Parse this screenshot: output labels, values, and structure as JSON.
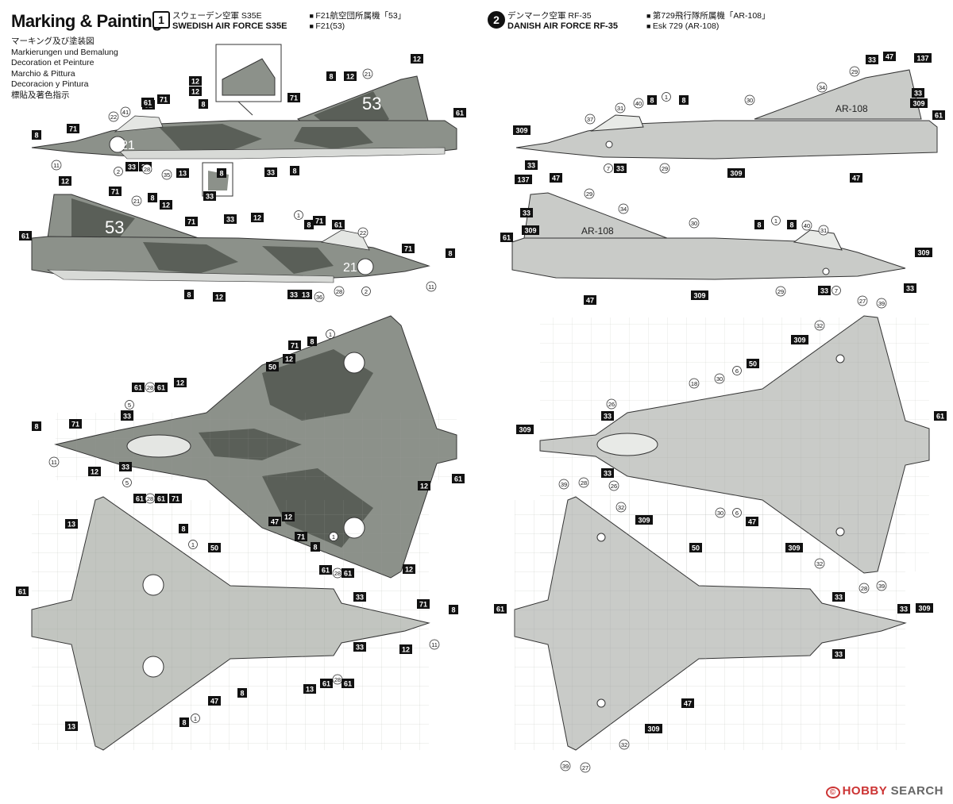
{
  "header": {
    "title": "Marking & Painting",
    "languages": [
      "マーキング及び塗装図",
      "Markierungen und Bemalung",
      "Decoration et Peinture",
      "Marchio & Pittura",
      "Decoracion y Pintura",
      "標貼及著色指示"
    ]
  },
  "scheme1": {
    "badge": "1",
    "jp": "スウェーデン空軍 S35E",
    "en": "SWEDISH AIR FORCE S35E",
    "unit_jp": "F21航空団所属機「53」",
    "unit_en": "F21(53)"
  },
  "scheme2": {
    "badge": "2",
    "jp": "デンマーク空軍 RF-35",
    "en": "DANISH AIR FORCE RF-35",
    "unit_jp": "第729飛行隊所属機「AR-108」",
    "unit_en": "Esk 729 (AR-108)"
  },
  "markings": {
    "tail_code_swe": "53",
    "nose_code_swe": "21",
    "tail_code_dk": "AR-108"
  },
  "colors": {
    "camo_dark": "#5a5f58",
    "camo_mid": "#8c918a",
    "camo_light": "#b8bcb6",
    "dk_grey": "#c9cbc8",
    "underside": "#d8dad7"
  },
  "callouts": {
    "swe_side1": [
      "8",
      "71",
      "61",
      "12",
      "8",
      "12",
      "71",
      "21",
      "8",
      "12",
      "71",
      "61",
      "22",
      "41",
      "61",
      "71",
      "12",
      "33",
      "8",
      "2",
      "33",
      "28",
      "35",
      "13",
      "33",
      "8",
      "11",
      "33"
    ],
    "swe_side2": [
      "12",
      "71",
      "21",
      "8",
      "12",
      "61",
      "71",
      "33",
      "12",
      "1",
      "8",
      "71",
      "61",
      "22",
      "71",
      "8",
      "8",
      "12",
      "33",
      "13",
      "36",
      "28",
      "2",
      "11"
    ],
    "swe_top": [
      "1",
      "71",
      "8",
      "50",
      "12",
      "12",
      "61",
      "28",
      "61",
      "12",
      "5",
      "33",
      "71",
      "8",
      "11",
      "33",
      "5",
      "12",
      "61",
      "28",
      "61",
      "71",
      "47",
      "12",
      "71",
      "8",
      "1",
      "12",
      "12",
      "61"
    ],
    "swe_bottom": [
      "13",
      "8",
      "1",
      "50",
      "61",
      "28",
      "61",
      "33",
      "61",
      "71",
      "8",
      "12",
      "11",
      "61",
      "28",
      "61",
      "33",
      "13",
      "8",
      "47",
      "1",
      "13",
      "8"
    ],
    "dk_side1": [
      "33",
      "47",
      "137",
      "29",
      "34",
      "33",
      "309",
      "8",
      "1",
      "8",
      "30",
      "31",
      "40",
      "37",
      "61",
      "309",
      "33",
      "7",
      "33",
      "29",
      "309",
      "47"
    ],
    "dk_side2": [
      "137",
      "47",
      "29",
      "33",
      "34",
      "309",
      "30",
      "8",
      "1",
      "8",
      "40",
      "31",
      "61",
      "309",
      "33",
      "47",
      "309",
      "29",
      "33",
      "7"
    ],
    "dk_top": [
      "27",
      "39",
      "32",
      "309",
      "6",
      "50",
      "18",
      "30",
      "26",
      "33",
      "309",
      "61",
      "33",
      "26",
      "30",
      "6",
      "47",
      "309",
      "32",
      "28",
      "39"
    ],
    "dk_bottom": [
      "39",
      "28",
      "32",
      "309",
      "50",
      "33",
      "61",
      "33",
      "309",
      "33",
      "309",
      "47",
      "32",
      "39",
      "27"
    ]
  },
  "watermark": {
    "symbol": "©",
    "brand": "HOBBY",
    "suffix": "SEARCH"
  }
}
